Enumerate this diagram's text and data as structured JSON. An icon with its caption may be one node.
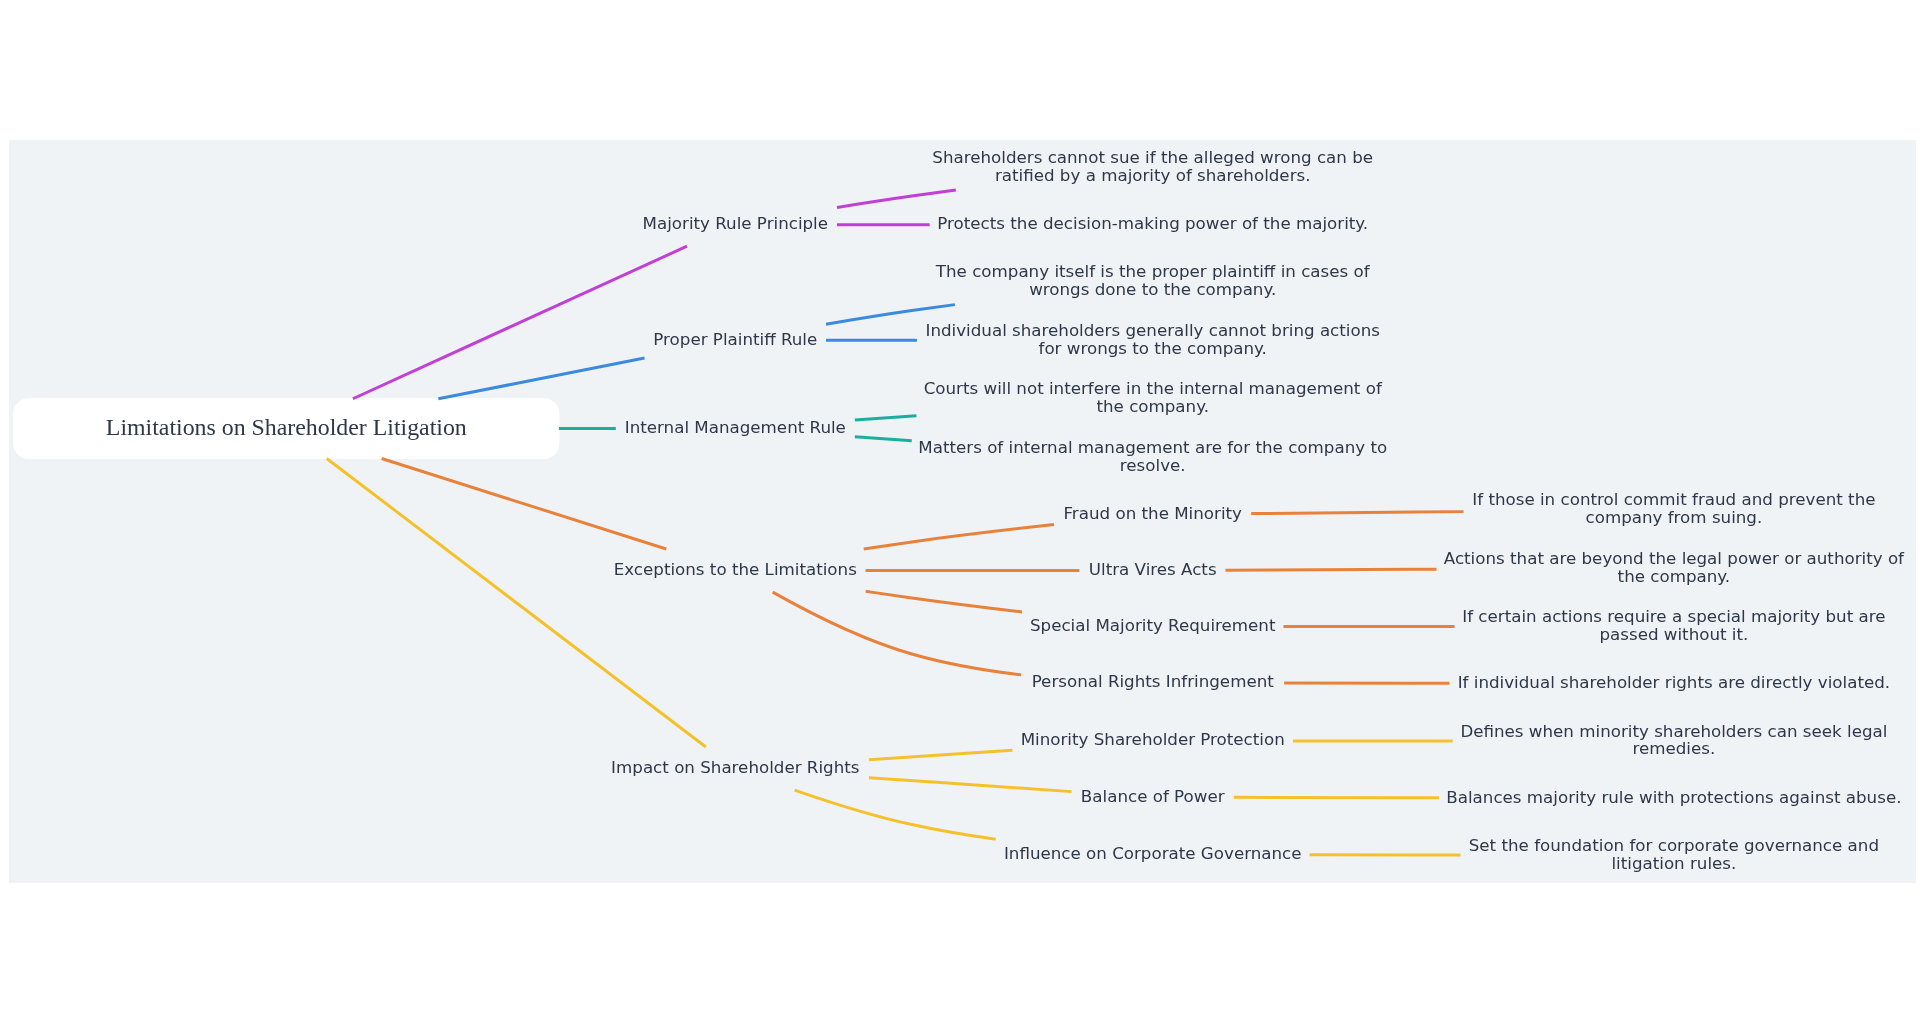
{
  "diagram": {
    "nodes": [
      {
        "text": [
          "Limitations on Shareholder Litigation"
        ]
      },
      {
        "text": [
          "Majority Rule Principle"
        ]
      },
      {
        "text": [
          "Shareholders cannot sue if the alleged wrong can be ratified by a majority of shareholders."
        ]
      },
      {
        "text": [
          "Protects the decision-making power of the majority."
        ]
      },
      {
        "text": [
          "Proper Plaintiff Rule"
        ]
      },
      {
        "text": [
          "The company itself is the proper plaintiff in cases of wrongs done to the company."
        ]
      },
      {
        "text": [
          "Individual shareholders generally cannot bring actions for wrongs to the company."
        ]
      },
      {
        "text": [
          "Internal Management Rule"
        ]
      },
      {
        "text": [
          "Courts will not interfere in the internal management of the company."
        ]
      },
      {
        "text": [
          "Matters of internal management are for the company to resolve."
        ]
      },
      {
        "text": [
          "Exceptions to the Limitations"
        ]
      },
      {
        "text": [
          "Fraud on the Minority"
        ]
      },
      {
        "text": [
          "If those in control commit fraud and prevent the company from suing."
        ]
      },
      {
        "text": [
          "Ultra Vires Acts"
        ]
      },
      {
        "text": [
          "Actions that are beyond the legal power or authority of the company."
        ]
      },
      {
        "text": [
          "Special Majority Requirement"
        ]
      },
      {
        "text": [
          "If certain actions require a special majority but are passed without it."
        ]
      },
      {
        "text": [
          "Personal Rights Infringement"
        ]
      },
      {
        "text": [
          "If individual shareholder rights are directly violated."
        ]
      },
      {
        "text": [
          "Impact on Shareholder Rights"
        ]
      },
      {
        "text": [
          "Minority Shareholder Protection"
        ]
      },
      {
        "text": [
          "Defines when minority shareholders can seek legal remedies."
        ]
      },
      {
        "text": [
          "Balance of Power"
        ]
      },
      {
        "text": [
          "Balances majority rule with protections against abuse."
        ]
      },
      {
        "text": [
          "Influence on Corporate Governance"
        ]
      },
      {
        "text": [
          "Set the foundation for corporate governance and litigation rules."
        ]
      }
    ],
    "edges": [
      {
        "from": 0,
        "to": 1,
        "arrow": "none",
        "color": "#c23fd6"
      },
      {
        "from": 1,
        "to": 2,
        "arrow": "none",
        "color": "#c23fd6"
      },
      {
        "from": 1,
        "to": 3,
        "arrow": "none",
        "color": "#c23fd6"
      },
      {
        "from": 0,
        "to": 4,
        "arrow": "none",
        "color": "#3b8ae0"
      },
      {
        "from": 4,
        "to": 5,
        "arrow": "none",
        "color": "#3b8ae0"
      },
      {
        "from": 4,
        "to": 6,
        "arrow": "none",
        "color": "#3b8ae0"
      },
      {
        "from": 0,
        "to": 7,
        "arrow": "none",
        "color": "#1aae9f"
      },
      {
        "from": 7,
        "to": 8,
        "arrow": "none",
        "color": "#1aae9f"
      },
      {
        "from": 7,
        "to": 9,
        "arrow": "none",
        "color": "#1aae9f"
      },
      {
        "from": 0,
        "to": 10,
        "arrow": "none",
        "color": "#e8823a"
      },
      {
        "from": 10,
        "to": 11,
        "arrow": "none",
        "color": "#e8823a"
      },
      {
        "from": 11,
        "to": 12,
        "arrow": "none",
        "color": "#e8823a"
      },
      {
        "from": 10,
        "to": 13,
        "arrow": "none",
        "color": "#e8823a"
      },
      {
        "from": 13,
        "to": 14,
        "arrow": "none",
        "color": "#e8823a"
      },
      {
        "from": 10,
        "to": 15,
        "arrow": "none",
        "color": "#e8823a"
      },
      {
        "from": 15,
        "to": 16,
        "arrow": "none",
        "color": "#e8823a"
      },
      {
        "from": 10,
        "to": 17,
        "arrow": "none",
        "color": "#e8823a"
      },
      {
        "from": 17,
        "to": 18,
        "arrow": "none",
        "color": "#e8823a"
      },
      {
        "from": 0,
        "to": 19,
        "arrow": "none",
        "color": "#f5c12b"
      },
      {
        "from": 19,
        "to": 20,
        "arrow": "none",
        "color": "#f5c12b"
      },
      {
        "from": 20,
        "to": 21,
        "arrow": "none",
        "color": "#f5c12b"
      },
      {
        "from": 19,
        "to": 22,
        "arrow": "none",
        "color": "#f5c12b"
      },
      {
        "from": 22,
        "to": 23,
        "arrow": "none",
        "color": "#f5c12b"
      },
      {
        "from": 19,
        "to": 24,
        "arrow": "none",
        "color": "#f5c12b"
      },
      {
        "from": 24,
        "to": 25,
        "arrow": "none",
        "color": "#f5c12b"
      }
    ]
  }
}
